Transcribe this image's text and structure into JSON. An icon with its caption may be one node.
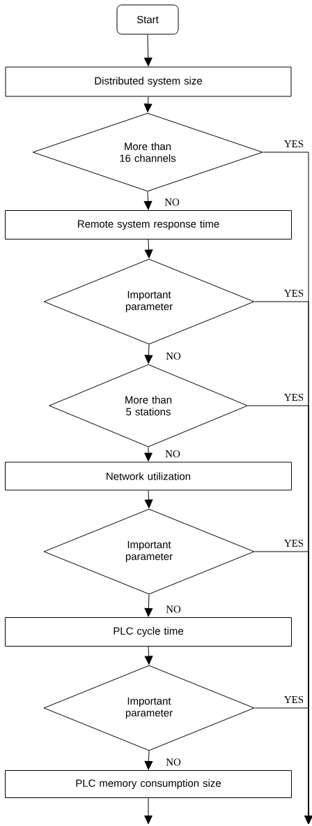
{
  "diagram": {
    "nodes": [
      {
        "text": [
          "Start"
        ]
      },
      {
        "text": [
          "Distributed system size"
        ]
      },
      {
        "text": [
          "More than 16 channels"
        ]
      },
      {
        "text": [
          "Remote system response time"
        ]
      },
      {
        "text": [
          "Important parameter"
        ]
      },
      {
        "text": [
          "More than 5 stations"
        ]
      },
      {
        "text": [
          "Network utilization"
        ]
      },
      {
        "text": [
          "Important parameter"
        ]
      },
      {
        "text": [
          "PLC cycle time"
        ]
      },
      {
        "text": [
          "Important parameter"
        ]
      },
      {
        "text": [
          "PLC memory consumption size"
        ]
      }
    ],
    "edges": [
      {
        "from": 0,
        "to": 1,
        "arrow": "to"
      },
      {
        "from": 1,
        "to": 2,
        "arrow": "to"
      },
      {
        "from": 2,
        "to": 3,
        "arrow": "to",
        "label": "NO"
      },
      {
        "from": 3,
        "to": 4,
        "arrow": "to"
      },
      {
        "from": 4,
        "to": 5,
        "arrow": "to",
        "label": "NO"
      },
      {
        "from": 5,
        "to": 6,
        "arrow": "to",
        "label": "NO"
      },
      {
        "from": 6,
        "to": 7,
        "arrow": "to"
      },
      {
        "from": 7,
        "to": 8,
        "arrow": "to",
        "label": "NO"
      },
      {
        "from": 8,
        "to": 9,
        "arrow": "to"
      },
      {
        "from": 9,
        "to": 10,
        "arrow": "to",
        "label": "NO"
      },
      {
        "from": 10,
        "to": null,
        "arrow": "to"
      },
      {
        "from": 2,
        "to": null,
        "arrow": "to",
        "label": "YES"
      },
      {
        "from": 4,
        "to": null,
        "arrow": "to",
        "label": "YES"
      },
      {
        "from": 5,
        "to": null,
        "arrow": "to",
        "label": "YES"
      },
      {
        "from": 7,
        "to": null,
        "arrow": "to",
        "label": "YES"
      },
      {
        "from": 9,
        "to": null,
        "arrow": "to",
        "label": "YES"
      }
    ]
  }
}
